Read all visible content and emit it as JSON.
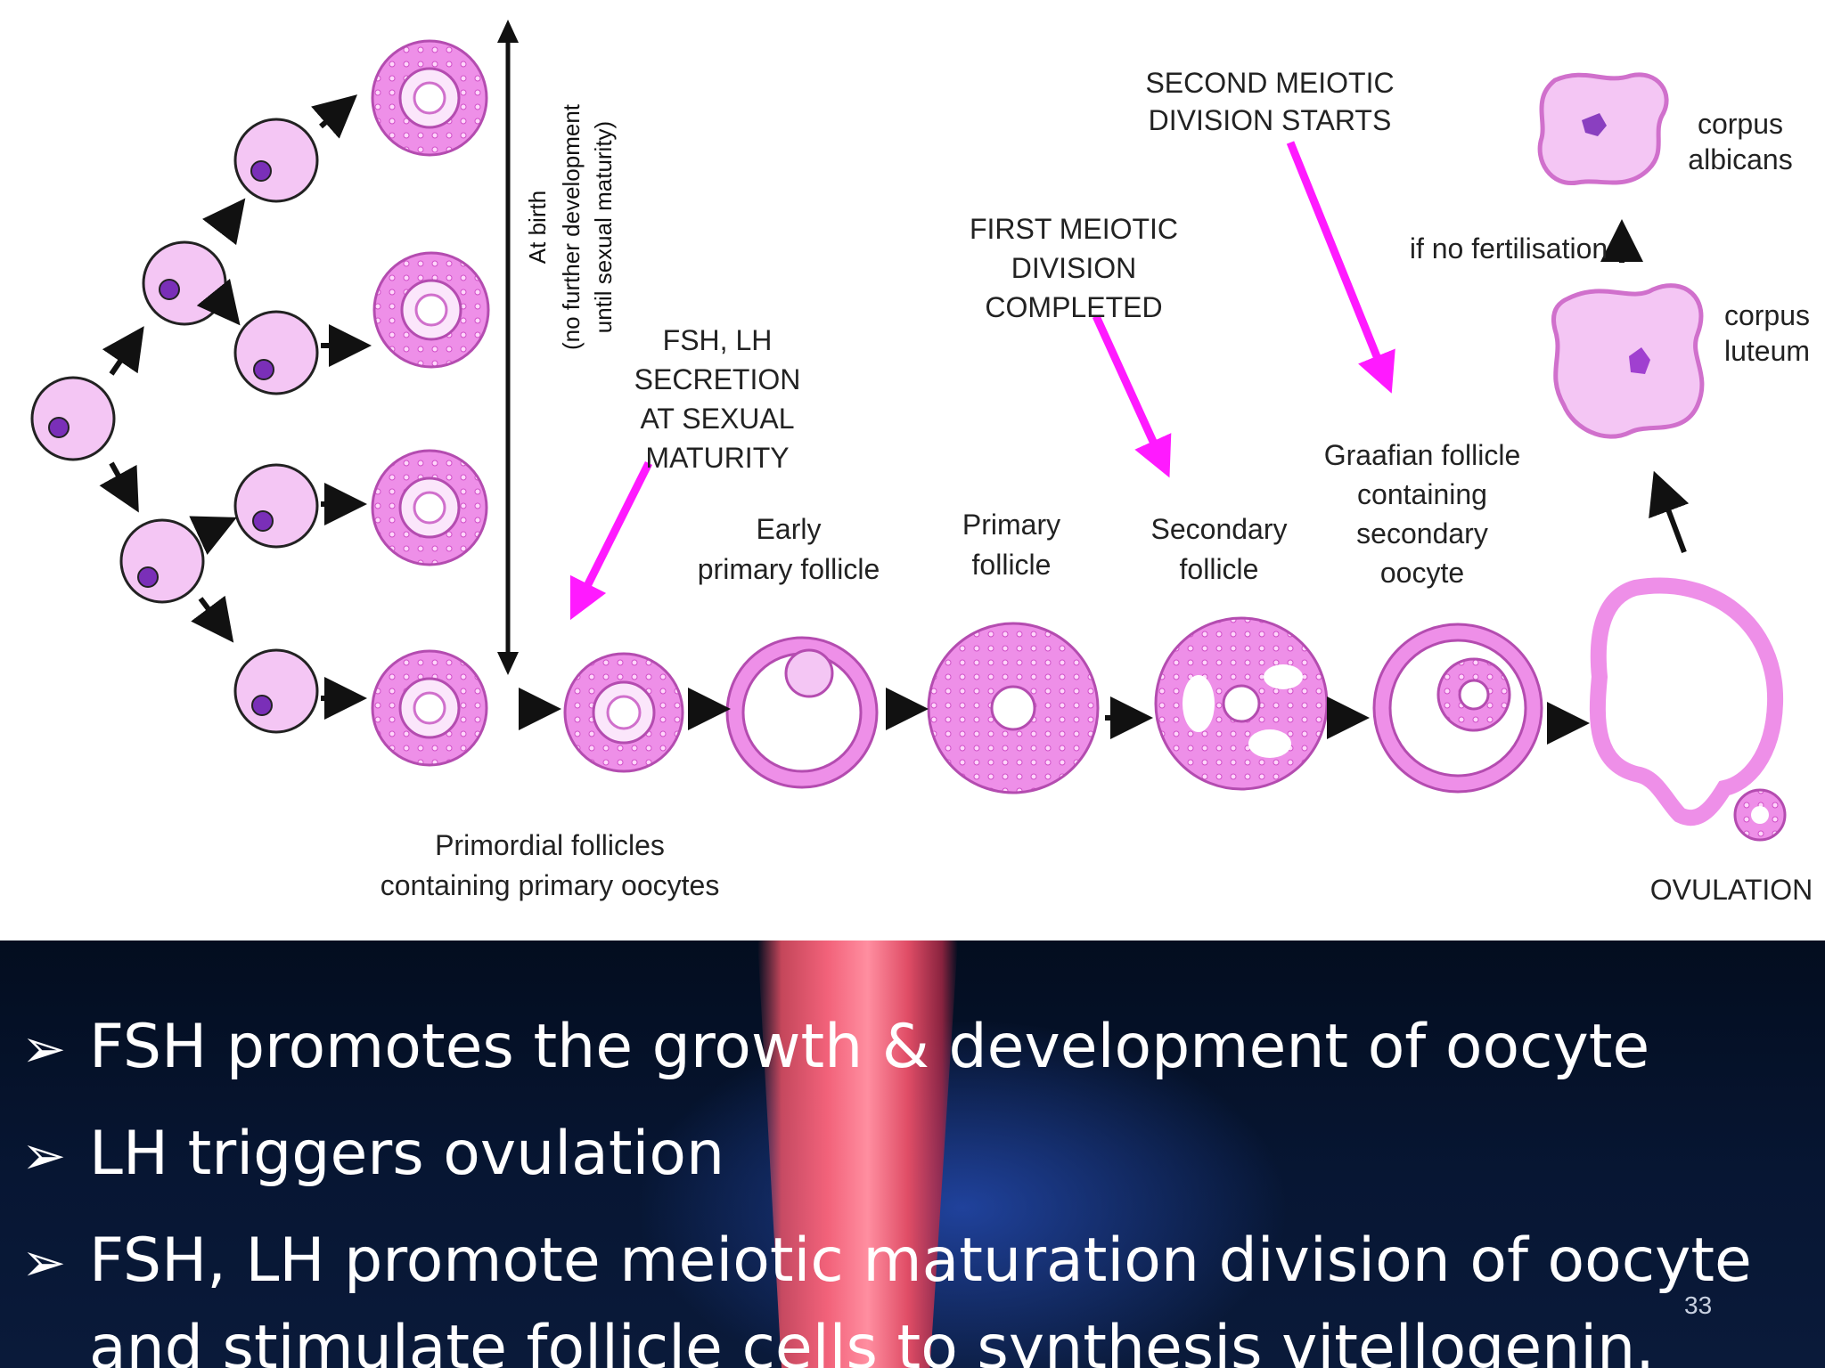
{
  "diagram": {
    "labels": {
      "at_birth": "At birth",
      "no_further_1": "(no further development",
      "no_further_2": "until sexual maturity)",
      "fsh_lh_1": "FSH, LH",
      "fsh_lh_2": "SECRETION",
      "fsh_lh_3": "AT SEXUAL",
      "fsh_lh_4": "MATURITY",
      "first_meiotic_1": "FIRST MEIOTIC",
      "first_meiotic_2": "DIVISION",
      "first_meiotic_3": "COMPLETED",
      "second_meiotic_1": "SECOND MEIOTIC",
      "second_meiotic_2": "DIVISION STARTS",
      "early_primary_1": "Early",
      "early_primary_2": "primary follicle",
      "primary_1": "Primary",
      "primary_2": "follicle",
      "secondary_1": "Secondary",
      "secondary_2": "follicle",
      "graafian_1": "Graafian follicle",
      "graafian_2": "containing",
      "graafian_3": "secondary",
      "graafian_4": "oocyte",
      "corpus_albicans_1": "corpus",
      "corpus_albicans_2": "albicans",
      "corpus_luteum_1": "corpus",
      "corpus_luteum_2": "luteum",
      "if_no_fert": "if no fertilisation",
      "primordial_1": "Primordial follicles",
      "primordial_2": "containing primary oocytes",
      "ovulation": "OVULATION"
    },
    "colors": {
      "cell_fill": "#f4c6f4",
      "cell_stroke": "#222222",
      "nucleus": "#7a2fb8",
      "follicle": "#ee8fe8",
      "magenta_arrow": "#ff1aff"
    }
  },
  "bullets": [
    {
      "marker": "➢",
      "text": "FSH promotes the growth & development of oocyte"
    },
    {
      "marker": "➢",
      "text": "LH triggers ovulation"
    },
    {
      "marker": "➢",
      "text": "FSH, LH promote meiotic maturation division of oocyte"
    }
  ],
  "bullet_continuation": "and stimulate follicle cells to synthesis vitellogenin.",
  "slide_number": "33"
}
